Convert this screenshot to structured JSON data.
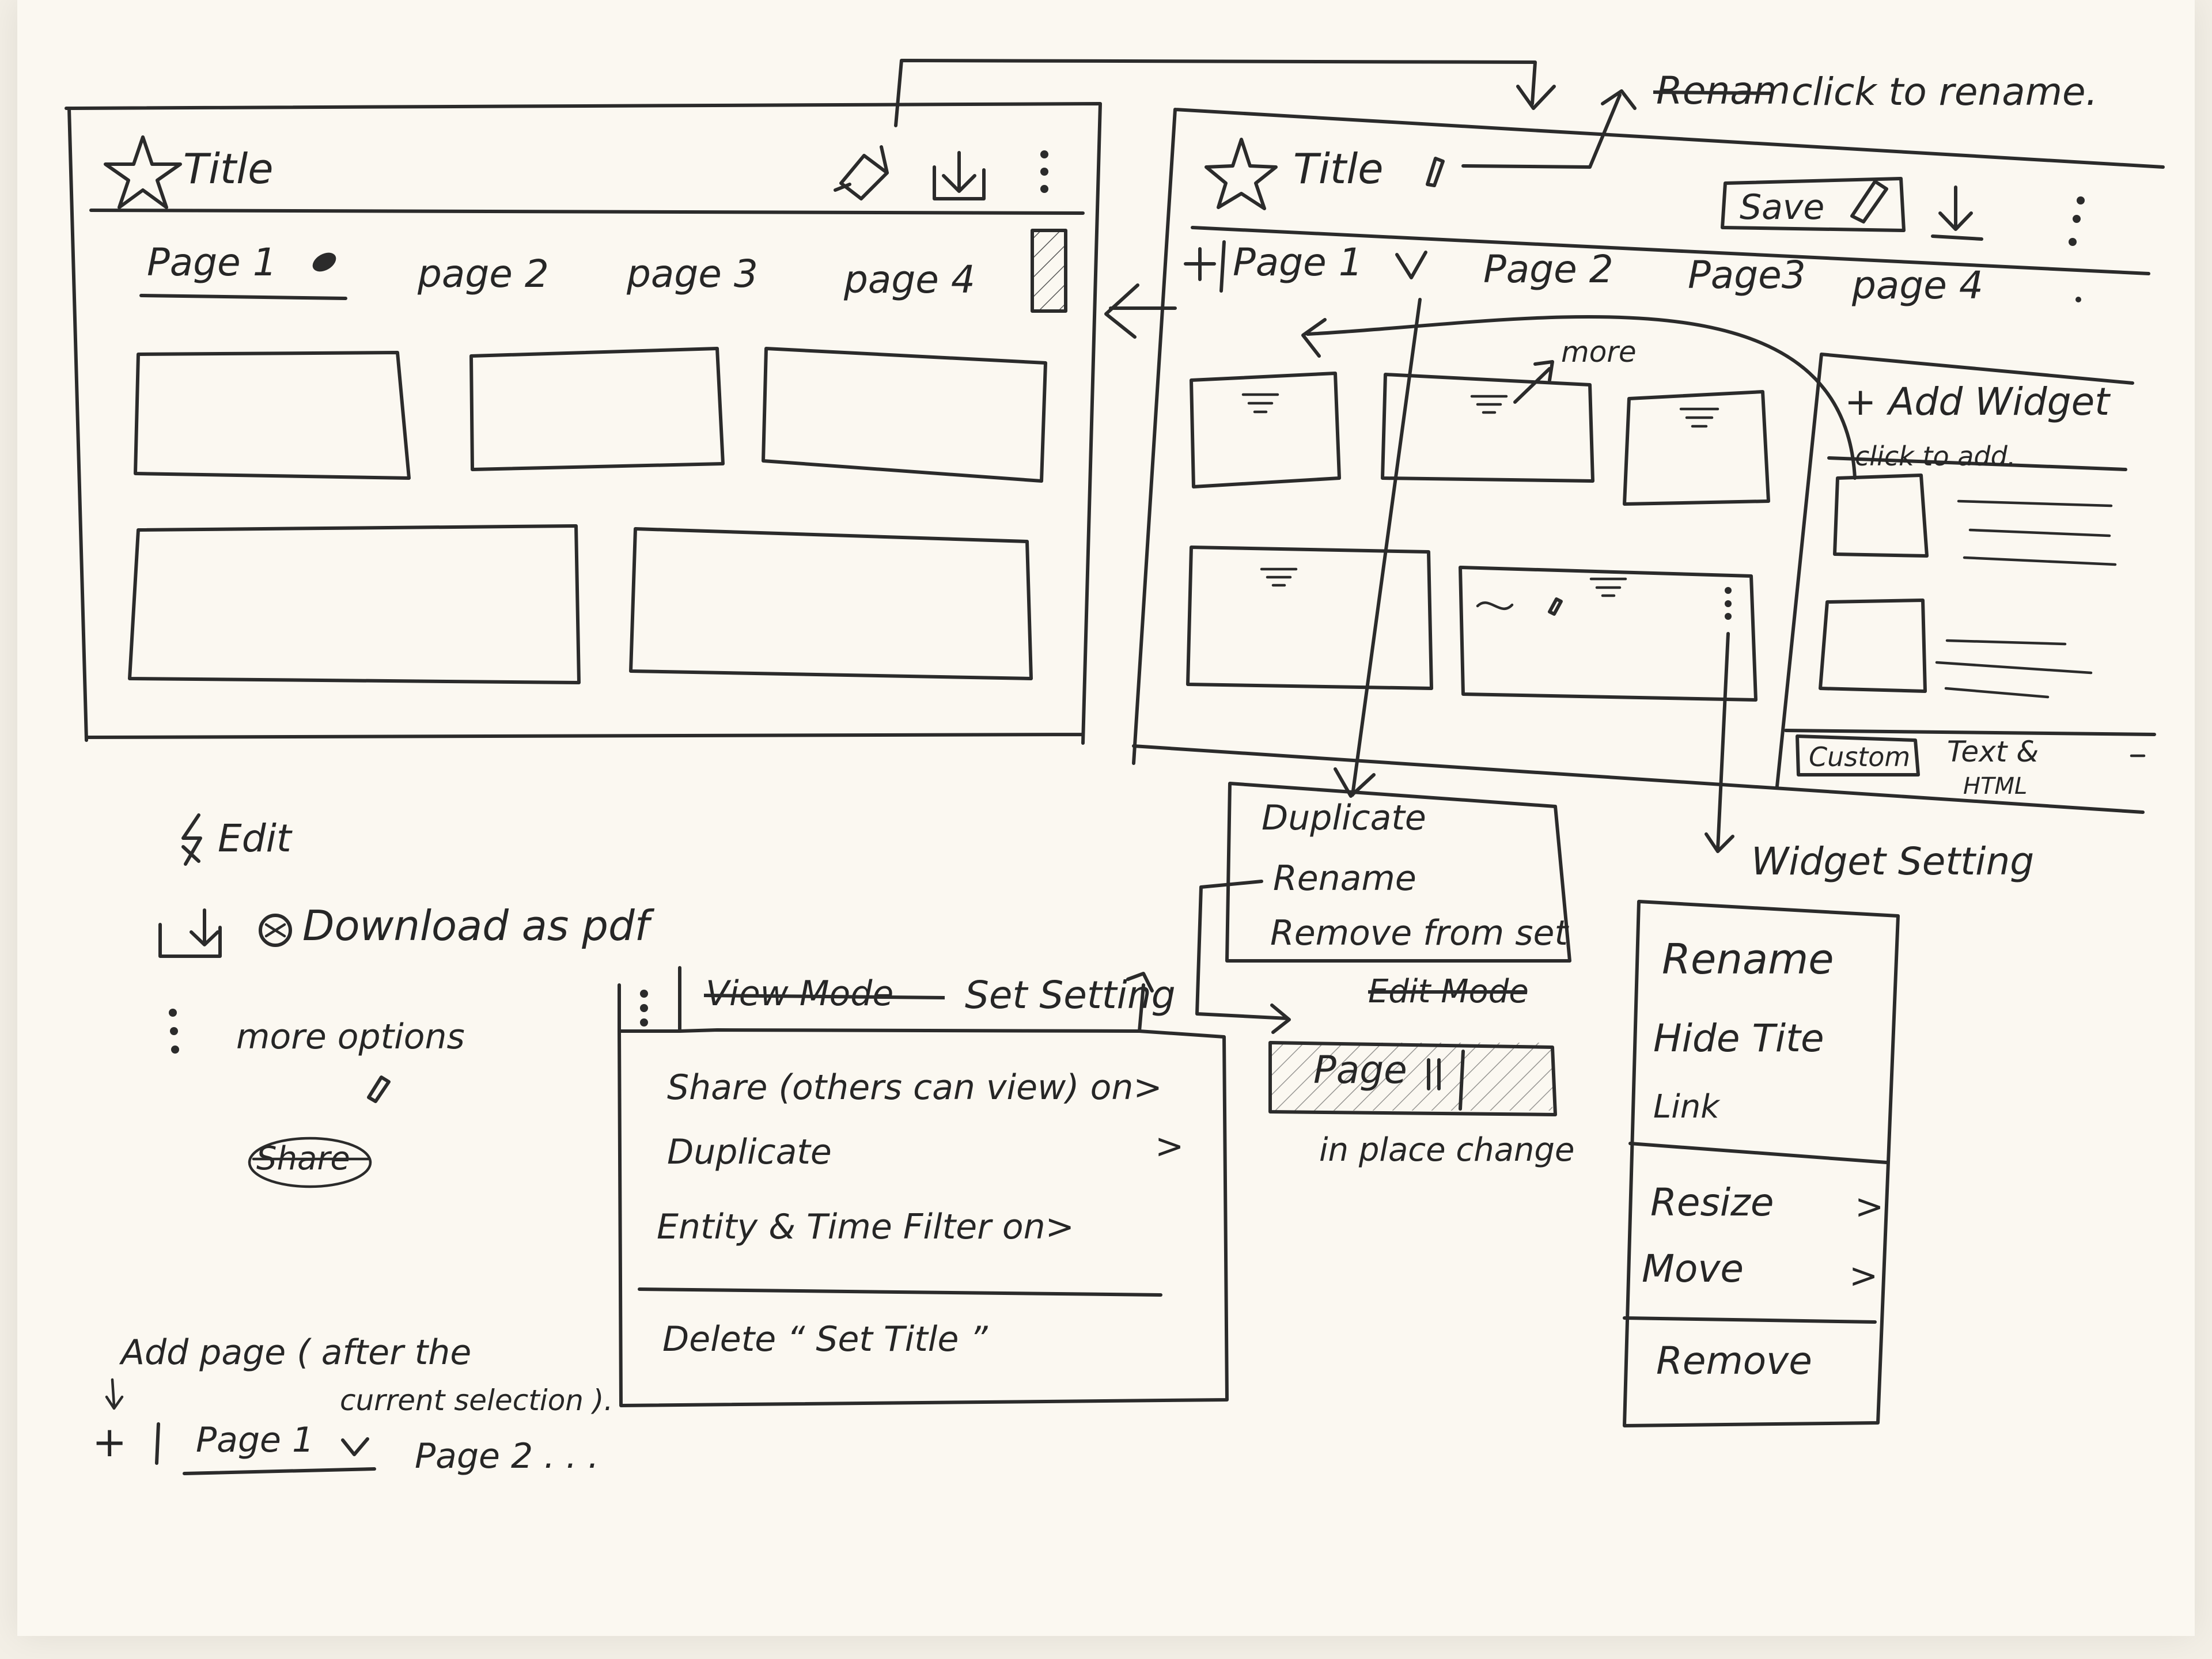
{
  "view_mode": {
    "title": "Title",
    "tabs": [
      "Page 1",
      "page 2",
      "page 3",
      "page 4"
    ]
  },
  "edit_mode": {
    "title": "Title",
    "save_label": "Save",
    "add_symbol": "+|",
    "tabs": [
      "Page 1",
      "Page 2",
      "Page3",
      "page 4"
    ],
    "more_label": "more",
    "rename_note_struck": "Renam",
    "rename_note": "click to rename."
  },
  "widget_panel": {
    "title": "+ Add Widget",
    "hint": "click to add.",
    "custom_button": "Custom",
    "text_html_line1": "Text &",
    "text_html_line2": "HTML"
  },
  "legend": {
    "edit": "Edit",
    "download": "Download as pdf",
    "more": "more options",
    "share_struck": "Share"
  },
  "set_setting_menu": {
    "header_struck": "View Mode",
    "header": "Set Setting",
    "items": [
      "Share (others can view) on>",
      "Duplicate",
      "Entity & Time Filter on>"
    ],
    "duplicate_arrow": ">",
    "delete_item": "Delete “ Set Title ”"
  },
  "page_menu": {
    "items": [
      "Duplicate",
      "Rename",
      "Remove from set"
    ],
    "edit_mode_struck": "Edit Mode",
    "inplace_label": "Page",
    "inplace_note": "in place change"
  },
  "widget_setting": {
    "title": "Widget Setting",
    "items": [
      "Rename",
      "Hide Tite",
      "Link"
    ],
    "items2": [
      "Resize",
      "Move"
    ],
    "arrow": ">",
    "remove": "Remove"
  },
  "add_page_note": {
    "line1": "Add page ( after the",
    "line2": "current selection ).",
    "plus": "+",
    "tab1": "Page 1",
    "tab2": "Page 2 . . ."
  },
  "icons": [
    "star-icon",
    "edit-icon",
    "download-icon",
    "more-vertical-icon",
    "chevron-down-icon",
    "plus-icon",
    "lines-icon",
    "arrow-icon"
  ]
}
